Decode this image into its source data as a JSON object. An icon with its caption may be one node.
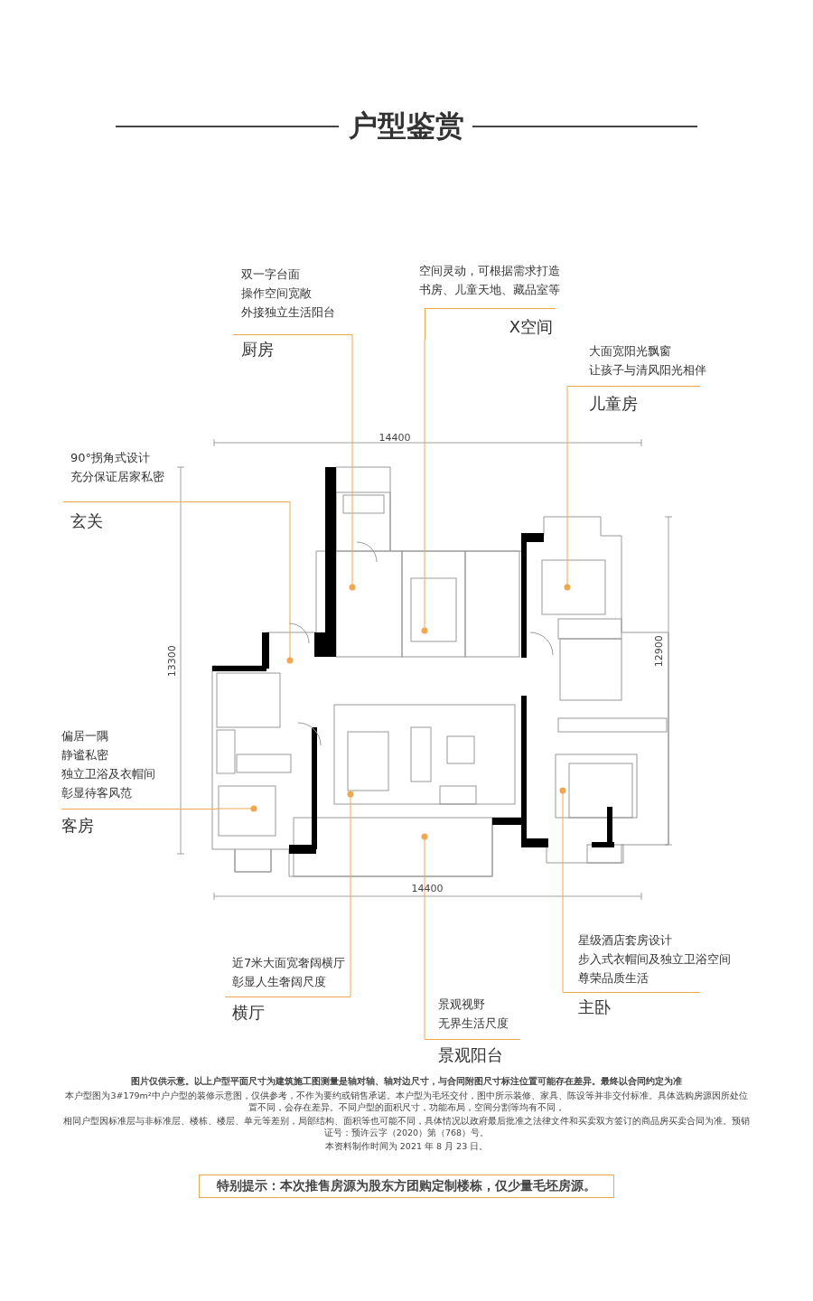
{
  "diagram": {
    "title": "户型鉴赏",
    "nodes": [
      {
        "text": [
          "90°拐角式设计",
          "充分保证居家私密",
          "玄关"
        ]
      },
      {
        "text": [
          "双一字台面",
          "操作空间宽敞",
          "外接独立生活阳台",
          "厨房"
        ]
      },
      {
        "text": [
          "空间灵动，可根据需求打造",
          "书房、儿童天地、藏品室等",
          "X空间"
        ]
      },
      {
        "text": [
          "大面宽阳光飘窗",
          "让孩子与清风阳光相伴",
          "儿童房"
        ]
      },
      {
        "text": [
          "偏居一隅",
          "静谧私密",
          "独立卫浴及衣帽间",
          "彰显待客风范",
          "客房"
        ]
      },
      {
        "text": [
          "近7米大面宽奢阔横厅",
          "彰显人生奢阔尺度",
          "横厅"
        ]
      },
      {
        "text": [
          "景观视野",
          "无界生活尺度",
          "景观阳台"
        ]
      },
      {
        "text": [
          "星级酒店套房设计",
          "步入式衣帽间及独立卫浴空间",
          "尊荣品质生活",
          "主卧"
        ]
      },
      {
        "text": [],
        "shape": "circle"
      },
      {
        "text": [],
        "shape": "circle"
      },
      {
        "text": [],
        "shape": "circle"
      },
      {
        "text": [],
        "shape": "circle"
      },
      {
        "text": [],
        "shape": "circle"
      },
      {
        "text": [],
        "shape": "circle"
      },
      {
        "text": [],
        "shape": "circle"
      },
      {
        "text": [],
        "shape": "circle"
      },
      {
        "text": [
          "特别提示：本次推售房源为股东方团购定制楼栋，仅少量毛坯房源。"
        ]
      }
    ],
    "edges": [
      {
        "from": 0,
        "to": 8,
        "arrow": "none"
      },
      {
        "from": 1,
        "to": 9,
        "arrow": "none"
      },
      {
        "from": 2,
        "to": 10,
        "arrow": "none"
      },
      {
        "from": 3,
        "to": 11,
        "arrow": "none"
      },
      {
        "from": 4,
        "to": 12,
        "arrow": "none"
      },
      {
        "from": 5,
        "to": 13,
        "arrow": "none"
      },
      {
        "from": 6,
        "to": 14,
        "arrow": "none"
      },
      {
        "from": 7,
        "to": 15,
        "arrow": "none"
      }
    ],
    "labels": [
      "14400",
      "12900",
      "13300",
      "14400",
      "图片仅供示意。以上户型平面尺寸为建筑施工图测量是轴对轴、轴对边尺寸，与合同附图尺寸标注位置可能存在差异。最终以合同约定为准",
      "本户型图为3#179m²中户户型的装修示意图，仅供参考，不作为要约或销售承诺。本户型为毛坯交付，图中所示装修、家具、陈设等并非交付标准。具体选购房源因所处位置不同，会存在差异。不同户型的面积尺寸，功能布局，空间分割等均有不同，",
      "相同户型因标准层与非标准层、楼栋、楼层、单元等差别，局部结构、面积等也可能不同，具体情况以政府最后批准之法律文件和买卖双方签订的商品房买卖合同为准。预销证号：预许云字（2020）第（768）号。",
      "本资料制作时间为 2021 年 8 月 23 日。"
    ]
  }
}
